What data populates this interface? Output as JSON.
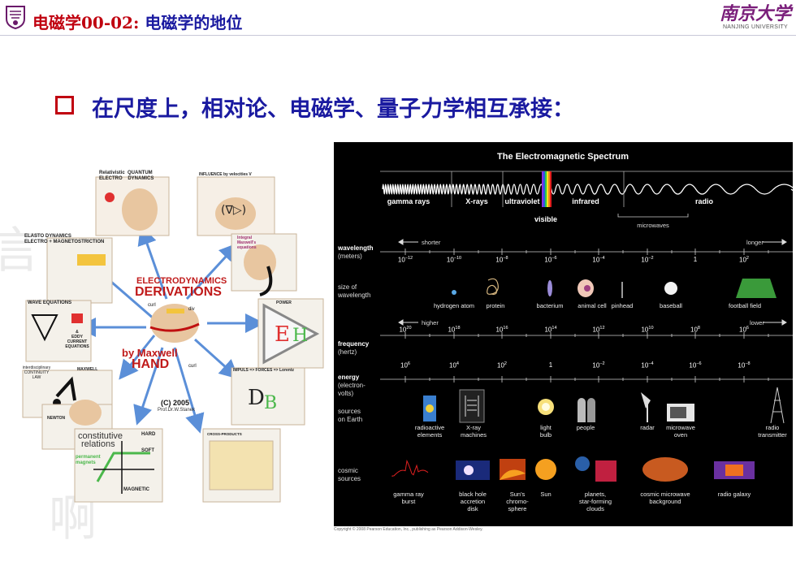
{
  "header": {
    "title_red": "电磁学00-02:",
    "title_blue": " 电磁学的地位",
    "logo_cn": "南京大学",
    "logo_en": "NANJING UNIVERSITY"
  },
  "bullet": {
    "text": "在尺度上，相对论、电磁学、量子力学相互承接："
  },
  "maxwell": {
    "center_title_1": "ELECTRODYNAMICS",
    "center_title_2": "DERIVATIONS",
    "by_line_1": "by Maxwell",
    "by_line_2": "HAND",
    "copyright": "(C) 2005",
    "author": "Prof.Dr.W.Stanek",
    "nodes": {
      "relativistic": "Relativistic  QUANTUM\nELECTRO    DYNAMICS",
      "influence": "INFLUENCE by velocities V",
      "elasto": "ELASTO DYNAMICS\nELECTRO + MAGNETOSTRICTION",
      "integral": "Integral\nMaxwell's\nequations",
      "wave": "WAVE EQUATIONS",
      "eddy": "&\nEDDY\nCURRENT\nEQUATIONS",
      "power": "POWER",
      "continuity": "interdisciplinary\nCONTINUITY\nLAW",
      "maxwell_label": "MAXWELL",
      "impuls": "IMPULS => FORCES => Lorentz",
      "newton": "NEWTON",
      "constitutive": "constitutive",
      "relations": "relations",
      "permanent": "permanent\nmagnets",
      "soft": "SOFT",
      "hard": "HARD",
      "magnetic": "MAGNETIC",
      "cross": "CROSS-PRODUCTS",
      "curl_j": "curl",
      "div": "div",
      "curl_e": "curl"
    }
  },
  "spectrum": {
    "title": "The Electromagnetic Spectrum",
    "bands": [
      "gamma rays",
      "X-rays",
      "ultraviolet",
      "infrared",
      "radio"
    ],
    "visible": "visible",
    "microwaves": "microwaves",
    "wavelength_label": "wavelength",
    "wavelength_unit": "(meters)",
    "shorter": "shorter",
    "longer": "longer",
    "wavelength_ticks": [
      {
        "base": "10",
        "exp": "−12"
      },
      {
        "base": "10",
        "exp": "−10"
      },
      {
        "base": "10",
        "exp": "−8"
      },
      {
        "base": "10",
        "exp": "−6"
      },
      {
        "base": "10",
        "exp": "−4"
      },
      {
        "base": "10",
        "exp": "−2"
      },
      {
        "base": "1",
        "exp": ""
      },
      {
        "base": "10",
        "exp": "2"
      }
    ],
    "size_label": "size of",
    "size_label_2": "wavelength",
    "size_items": [
      "hydrogen atom",
      "protein",
      "bacterium",
      "animal cell",
      "pinhead",
      "baseball",
      "football field"
    ],
    "higher": "higher",
    "lower": "lower",
    "frequency_label": "frequency",
    "frequency_unit": "(hertz)",
    "frequency_ticks": [
      {
        "base": "10",
        "exp": "20"
      },
      {
        "base": "10",
        "exp": "18"
      },
      {
        "base": "10",
        "exp": "16"
      },
      {
        "base": "10",
        "exp": "14"
      },
      {
        "base": "10",
        "exp": "12"
      },
      {
        "base": "10",
        "exp": "10"
      },
      {
        "base": "10",
        "exp": "8"
      },
      {
        "base": "10",
        "exp": "6"
      }
    ],
    "energy_label": "energy",
    "energy_label_2": "(electron-",
    "energy_label_3": "volts)",
    "energy_ticks": [
      {
        "base": "10",
        "exp": "6"
      },
      {
        "base": "10",
        "exp": "4"
      },
      {
        "base": "10",
        "exp": "2"
      },
      {
        "base": "1",
        "exp": ""
      },
      {
        "base": "10",
        "exp": "−2"
      },
      {
        "base": "10",
        "exp": "−4"
      },
      {
        "base": "10",
        "exp": "−6"
      },
      {
        "base": "10",
        "exp": "−8"
      }
    ],
    "earth_label": "sources",
    "earth_label_2": "on Earth",
    "earth_items": [
      "radioactive\nelements",
      "X-ray\nmachines",
      "light\nbulb",
      "people",
      "radar",
      "microwave\noven",
      "radio\ntransmitter"
    ],
    "cosmic_label": "cosmic",
    "cosmic_label_2": "sources",
    "cosmic_items": [
      "gamma ray\nburst",
      "black hole\naccretion\ndisk",
      "Sun's\nchromo-\nsphere",
      "Sun",
      "planets,\nstar-forming\nclouds",
      "cosmic microwave\nbackground",
      "radio galaxy"
    ],
    "copyright": "Copyright © 2008 Pearson Education, Inc., publishing as Pearson Addison-Wesley."
  },
  "colors": {
    "title_red": "#c0000f",
    "title_blue": "#1a1aa0",
    "bullet_box": "#c00010",
    "logo": "#7a1e7a",
    "arrow": "#5b8fd8"
  }
}
